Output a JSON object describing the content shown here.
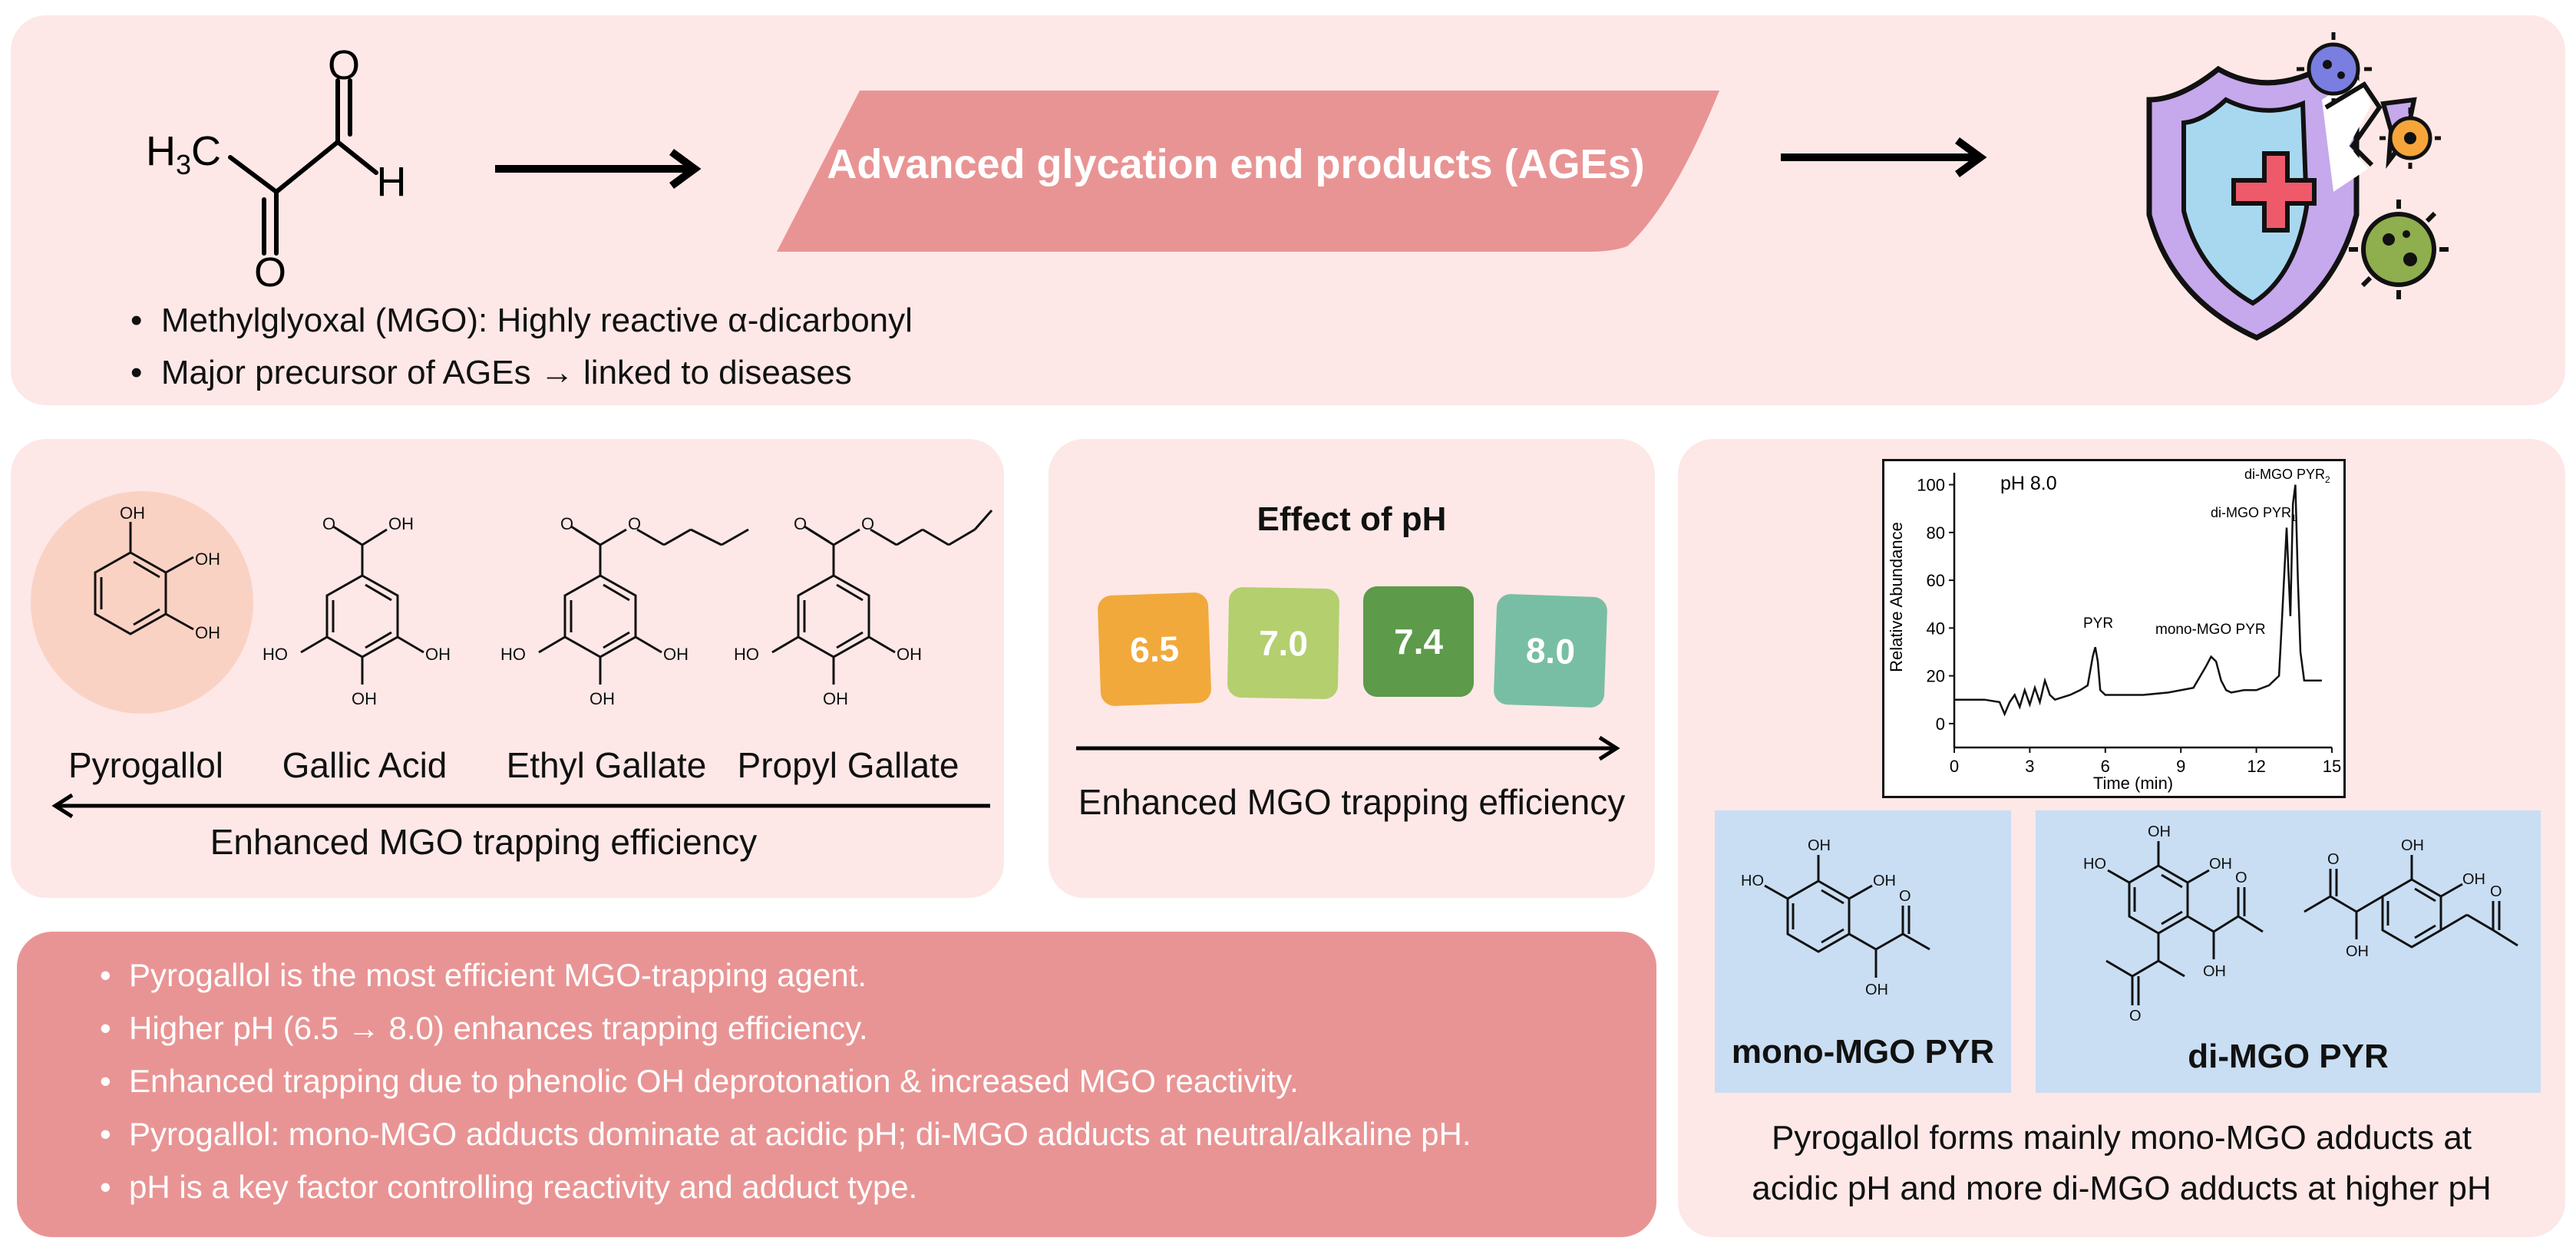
{
  "top": {
    "mgo_atoms": {
      "o_top": "O",
      "h_right": "H",
      "ch3": "H",
      "ch3_sub": "3",
      "ch3_c": "C",
      "o_bottom": "O"
    },
    "ages_banner": "Advanced glycation end products (AGEs)",
    "bullets": [
      "Methylglyoxal (MGO): Highly reactive α-dicarbonyl",
      "Major precursor of AGEs → linked to diseases"
    ]
  },
  "compounds": {
    "labels": [
      "Pyrogallol",
      "Gallic Acid",
      "Ethyl Gallate",
      "Propyl Gallate"
    ],
    "oh": "OH",
    "ho": "HO",
    "o": "O",
    "caption": "Enhanced MGO trapping efficiency"
  },
  "ph": {
    "title": "Effect of pH",
    "values": [
      "6.5",
      "7.0",
      "7.4",
      "8.0"
    ],
    "colors": [
      "#f2a93b",
      "#b4cf6e",
      "#5d9a4a",
      "#78bea5"
    ],
    "caption": "Enhanced MGO trapping efficiency"
  },
  "summary": {
    "bullets": [
      "Pyrogallol is the most efficient MGO-trapping agent.",
      "Higher pH (6.5 → 8.0) enhances trapping efficiency.",
      "Enhanced trapping due to phenolic OH deprotonation & increased MGO reactivity.",
      "Pyrogallol: mono-MGO adducts dominate at acidic pH; di-MGO adducts at neutral/alkaline pH.",
      "pH is a key factor controlling reactivity and adduct type."
    ]
  },
  "chart_data": {
    "type": "line",
    "annotation": "pH 8.0",
    "xlabel": "Time (min)",
    "ylabel": "Relative Abundance",
    "xlim": [
      0,
      15
    ],
    "ylim": [
      -10,
      105
    ],
    "xticks": [
      "0",
      "3",
      "6",
      "9",
      "12",
      "15"
    ],
    "yticks": [
      "0",
      "20",
      "40",
      "60",
      "80",
      "100"
    ],
    "peak_labels": [
      {
        "text": "PYR"
      },
      {
        "text": "mono-MGO PYR"
      },
      {
        "text": "di-MGO PYR",
        "sub": "1"
      },
      {
        "text": "di-MGO PYR",
        "sub": "2"
      }
    ],
    "series": [
      {
        "x": [
          0,
          1.2,
          1.8,
          2.0,
          2.2,
          2.4,
          2.6,
          2.8,
          3.0,
          3.2,
          3.4,
          3.6,
          3.8,
          4.0,
          4.3,
          4.6,
          5.0,
          5.3,
          5.5,
          5.6,
          5.7,
          5.8,
          6.0,
          6.5,
          7.5,
          8.5,
          9.5,
          10.0,
          10.2,
          10.4,
          10.6,
          10.8,
          11.0,
          11.5,
          12.0,
          12.5,
          12.9,
          13.0,
          13.2,
          13.35,
          13.45,
          13.55,
          13.65,
          13.75,
          13.9,
          14.2,
          14.6
        ],
        "y": [
          10,
          10,
          9,
          4,
          9,
          12,
          7,
          14,
          8,
          15,
          9,
          18,
          12,
          10,
          11,
          12,
          14,
          16,
          28,
          32,
          26,
          14,
          12,
          12,
          12,
          13,
          15,
          24,
          28,
          26,
          18,
          14,
          13,
          14,
          14,
          16,
          20,
          40,
          82,
          45,
          92,
          100,
          60,
          30,
          18,
          18,
          18
        ]
      }
    ]
  },
  "adducts": {
    "mono_label": "mono-MGO PYR",
    "di_label": "di-MGO PYR",
    "caption_lines": [
      "Pyrogallol forms mainly mono-MGO adducts at",
      "acidic pH and more di-MGO adducts at higher pH"
    ]
  }
}
